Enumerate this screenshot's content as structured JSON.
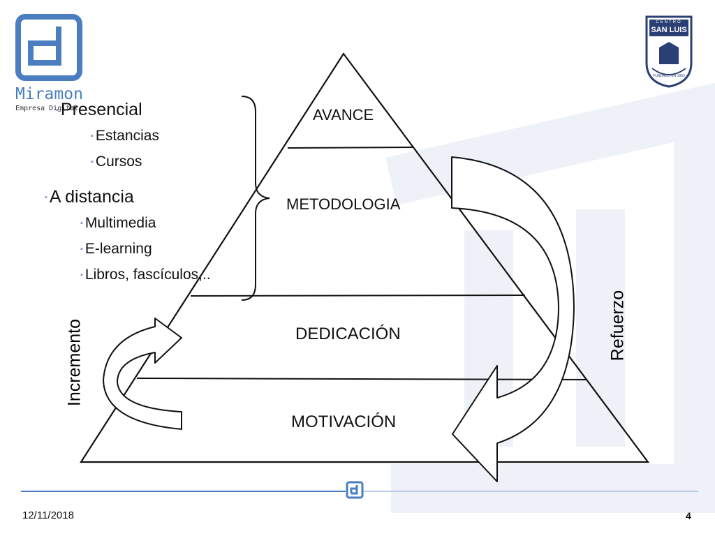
{
  "logo": {
    "name": "Miramon",
    "tagline": "Empresa Digital",
    "color": "#4a7ec0"
  },
  "school_seal": {
    "top_text": "CENTRO",
    "name": "SAN LUIS",
    "bottom_text": "FUNDADO EN 1963",
    "color": "#2a3f73"
  },
  "methods": {
    "presencial": {
      "label": "Presencial",
      "items": [
        "Estancias",
        "Cursos"
      ]
    },
    "distancia": {
      "label": "A distancia",
      "items": [
        "Multimedia",
        "E-learning",
        "Libros, fascículos,.."
      ]
    }
  },
  "pyramid": {
    "levels": [
      "AVANCE",
      "METODOLOGIA",
      "DEDICACIÓN",
      "MOTIVACIÓN"
    ]
  },
  "arrows": {
    "left_label": "Incremento",
    "right_label": "Refuerzo"
  },
  "footer": {
    "date": "12/11/2018",
    "page": "4"
  },
  "colors": {
    "accent": "#4a7ec0",
    "watermark": "#eef2f8"
  }
}
